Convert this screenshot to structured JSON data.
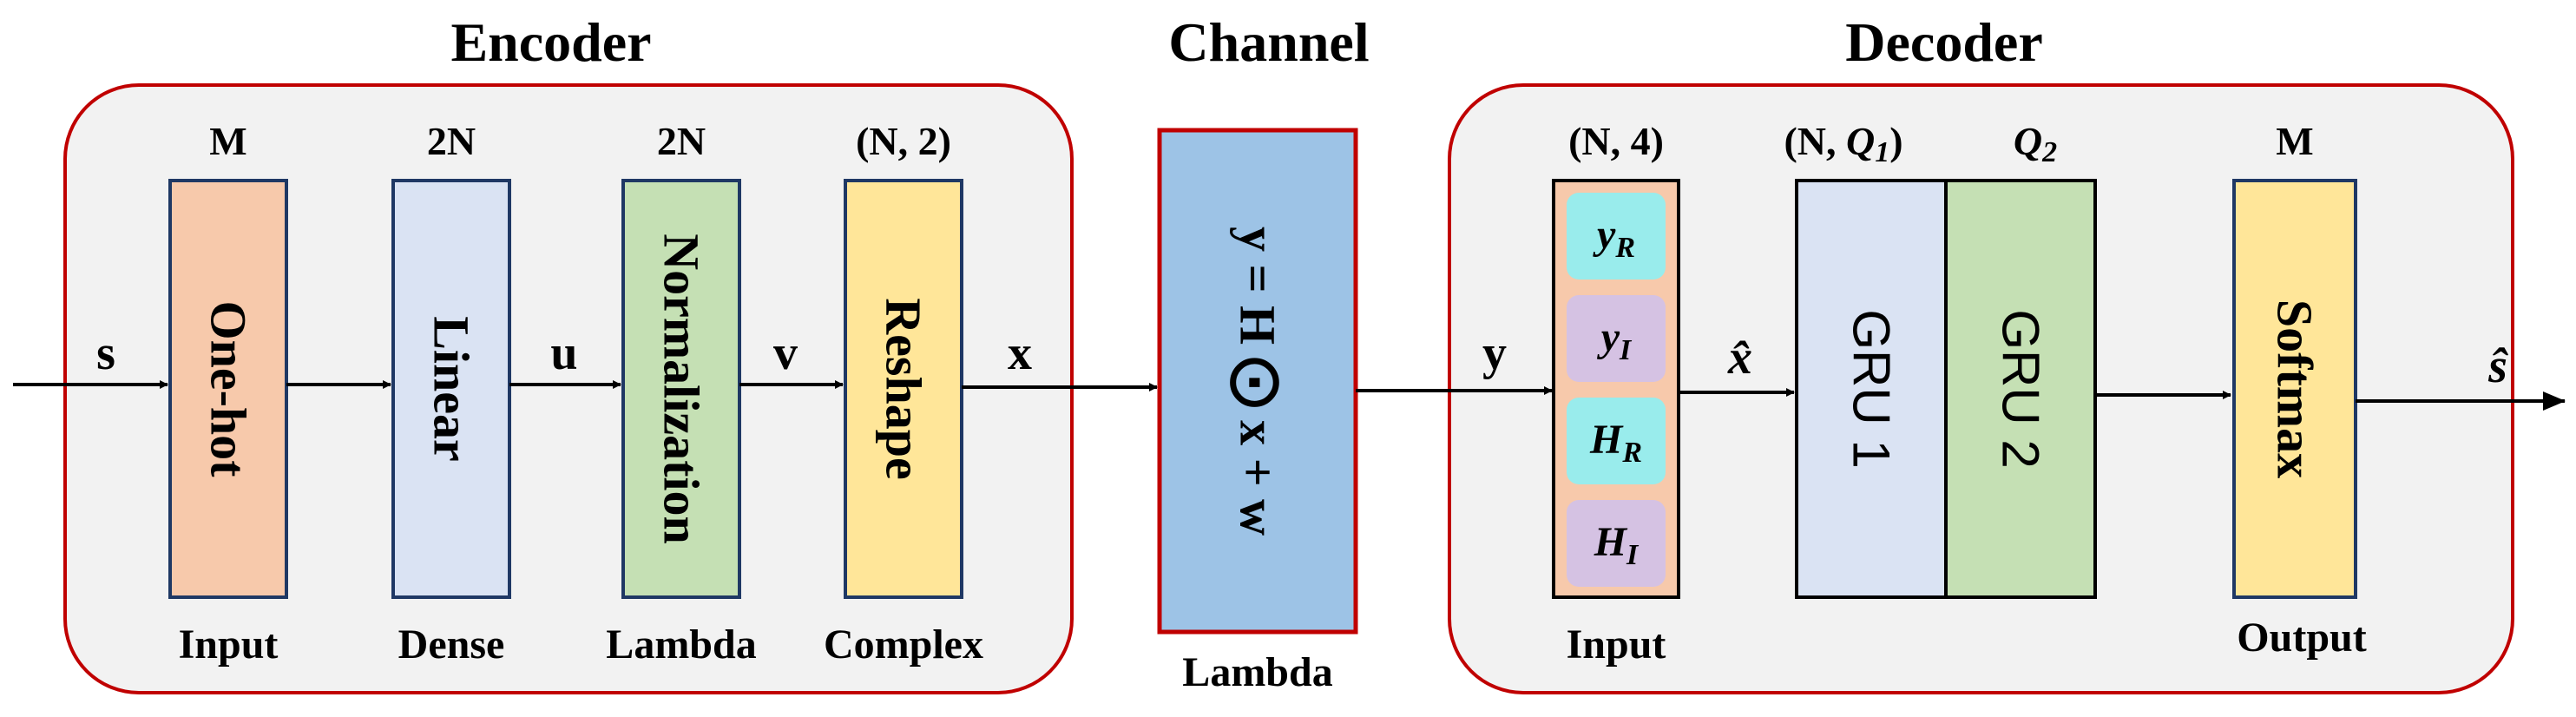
{
  "encoder": {
    "title": "Encoder",
    "blocks": [
      {
        "dim": "M",
        "name": "One-hot",
        "caption": "Input",
        "color": "#f7c9ab"
      },
      {
        "dim": "2N",
        "name": "Linear",
        "caption": "Dense",
        "color": "#dae3f3"
      },
      {
        "dim": "2N",
        "name": "Normalization",
        "caption": "Lambda",
        "color": "#c5e0b4"
      },
      {
        "dim": "(N, 2)",
        "name": "Reshape",
        "caption": "Complex",
        "color": "#ffe699"
      }
    ],
    "signals": [
      "s",
      "u",
      "v",
      "x"
    ]
  },
  "channel": {
    "title": "Channel",
    "equation": "y = H ⨀ x + w",
    "caption": "Lambda",
    "color": "#9dc3e6",
    "border": "#c00000"
  },
  "decoder": {
    "title": "Decoder",
    "input": {
      "dim": "(N, 4)",
      "caption": "Input",
      "color": "#f7c9ab",
      "items": [
        {
          "base": "y",
          "sub": "R",
          "color": "#99ecec"
        },
        {
          "base": "y",
          "sub": "I",
          "color": "#d5c2e3"
        },
        {
          "base": "H",
          "sub": "R",
          "color": "#99ecec"
        },
        {
          "base": "H",
          "sub": "I",
          "color": "#d5c2e3"
        }
      ]
    },
    "gru1": {
      "name": "GRU 1",
      "dim_prefix": "(N, ",
      "dim_q": "Q",
      "dim_sub": "1",
      "dim_suffix": ")",
      "color": "#dae3f3"
    },
    "gru2": {
      "name": "GRU 2",
      "dim_q": "Q",
      "dim_sub": "2",
      "color": "#c5e0b4"
    },
    "output": {
      "dim": "M",
      "name": "Softmax",
      "caption": "Output",
      "color": "#ffe699"
    },
    "signals": {
      "in": "y",
      "mid": "x̂",
      "out": "ŝ"
    }
  },
  "colors": {
    "panel_fill": "#f2f2f2",
    "panel_border": "#c00000"
  }
}
